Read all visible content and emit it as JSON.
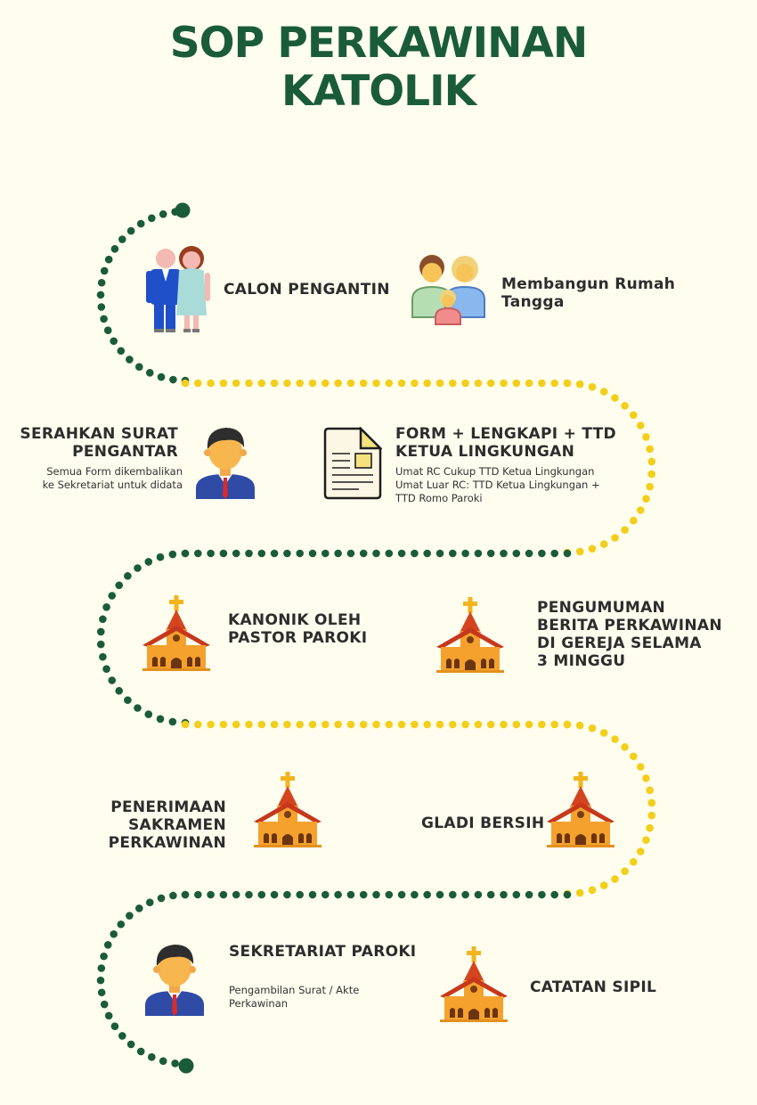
{
  "title": {
    "line1": "SOP PERKAWINAN",
    "line2": "KATOLIK"
  },
  "steps": [
    {
      "label": [
        "CALON PENGANTIN"
      ],
      "icon": "bride-groom-icon"
    },
    {
      "label": [
        "Membangun Rumah",
        "Tangga"
      ],
      "icon": "family-icon"
    },
    {
      "label": [
        "SERAHKAN SURAT",
        "PENGANTAR"
      ],
      "sub": [
        "Semua Form dikembalikan",
        "ke Sekretariat untuk didata"
      ],
      "icon": "man-in-suit-icon"
    },
    {
      "label": [
        "FORM + LENGKAPI + TTD",
        "KETUA LINGKUNGAN"
      ],
      "sub": [
        "Umat RC Cukup TTD Ketua Lingkungan",
        "Umat Luar RC: TTD Ketua Lingkungan  +",
        "TTD Romo Paroki"
      ],
      "icon": "document-icon"
    },
    {
      "label": [
        "KANONIK OLEH",
        "PASTOR PAROKI"
      ],
      "icon": "church-icon"
    },
    {
      "label": [
        "PENGUMUMAN",
        "BERITA PERKAWINAN",
        "DI GEREJA SELAMA",
        "3 MINGGU"
      ],
      "icon": "church-icon"
    },
    {
      "label": [
        "PENERIMAAN",
        "SAKRAMEN",
        "PERKAWINAN"
      ],
      "icon": "church-icon"
    },
    {
      "label": [
        "GLADI BERSIH"
      ],
      "icon": "church-icon"
    },
    {
      "label": [
        "SEKRETARIAT PAROKI"
      ],
      "sub": [
        "Pengambilan Surat / Akte",
        "Perkawinan"
      ],
      "icon": "man-in-suit-icon"
    },
    {
      "label": [
        "CATATAN SIPIL"
      ],
      "icon": "church-icon"
    }
  ],
  "colors": {
    "title": "#1a5c3a",
    "green_dots": "#1a5c3a",
    "yellow_dots": "#f2cf1a",
    "background": "#fffdee"
  }
}
